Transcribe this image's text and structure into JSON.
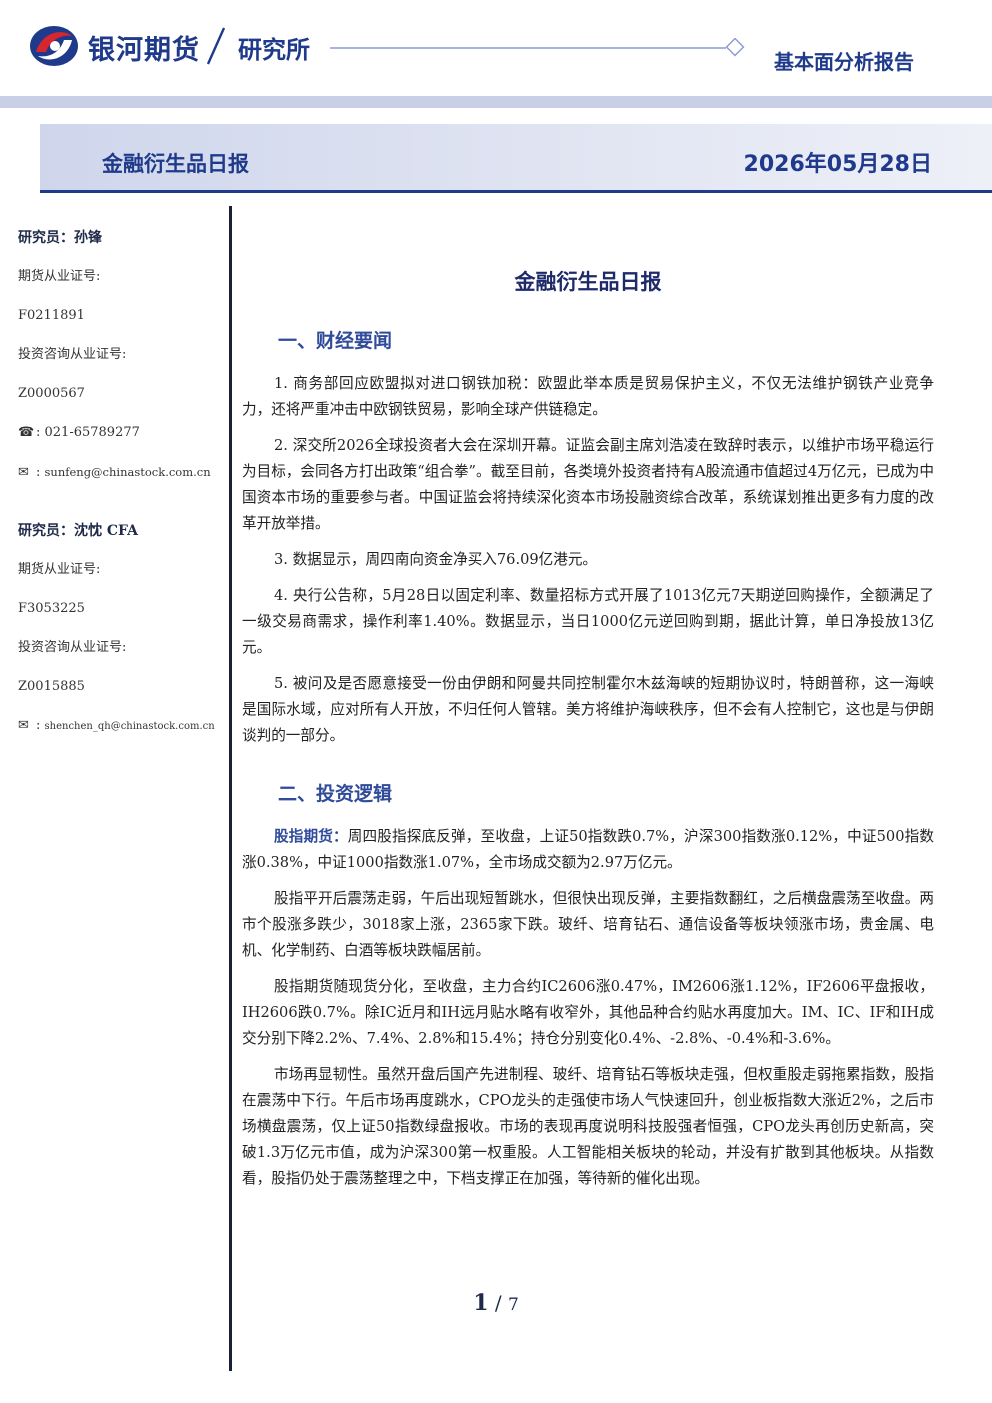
{
  "header": {
    "brand": "银河期货",
    "unit": "研究所",
    "report_type": "基本面分析报告"
  },
  "banner": {
    "title": "金融衍生品日报",
    "date": "2026年05月28日"
  },
  "sidebar": {
    "analysts": [
      {
        "name_line": "研究员：孙锋",
        "futures_label": "期货从业证号:",
        "futures_id": "F0211891",
        "consult_label": "投资咨询从业证号:",
        "consult_id": "Z0000567",
        "phone": "021-65789277",
        "email": "sunfeng@chinastock.com.cn"
      },
      {
        "name_line": "研究员：沈忱 CFA",
        "futures_label": "期货从业证号:",
        "futures_id": "F3053225",
        "consult_label": "投资咨询从业证号:",
        "consult_id": "Z0015885",
        "email": "shenchen_qh@chinastock.com.cn"
      }
    ]
  },
  "main": {
    "title": "金融衍生品日报",
    "section1": {
      "title": "一、财经要闻",
      "paragraphs": [
        "1. 商务部回应欧盟拟对进口钢铁加税：欧盟此举本质是贸易保护主义，不仅无法维护钢铁产业竞争力，还将严重冲击中欧钢铁贸易，影响全球产供链稳定。",
        "2. 深交所2026全球投资者大会在深圳开幕。证监会副主席刘浩凌在致辞时表示，以维护市场平稳运行为目标，会同各方打出政策“组合拳”。截至目前，各类境外投资者持有A股流通市值超过4万亿元，已成为中国资本市场的重要参与者。中国证监会将持续深化资本市场投融资综合改革，系统谋划推出更多有力度的改革开放举措。",
        "3. 数据显示，周四南向资金净买入76.09亿港元。",
        "4. 央行公告称，5月28日以固定利率、数量招标方式开展了1013亿元7天期逆回购操作，全额满足了一级交易商需求，操作利率1.40%。数据显示，当日1000亿元逆回购到期，据此计算，单日净投放13亿元。",
        "5. 被问及是否愿意接受一份由伊朗和阿曼共同控制霍尔木兹海峡的短期协议时，特朗普称，这一海峡是国际水域，应对所有人开放，不归任何人管辖。美方将维护海峡秩序，但不会有人控制它，这也是与伊朗谈判的一部分。"
      ]
    },
    "section2": {
      "title": "二、投资逻辑",
      "lead_label": "股指期货：",
      "lead_text": "周四股指探底反弹，至收盘，上证50指数跌0.7%，沪深300指数涨0.12%，中证500指数涨0.38%，中证1000指数涨1.07%，全市场成交额为2.97万亿元。",
      "paragraphs": [
        "股指平开后震荡走弱，午后出现短暂跳水，但很快出现反弹，主要指数翻红，之后横盘震荡至收盘。两市个股涨多跌少，3018家上涨，2365家下跌。玻纤、培育钻石、通信设备等板块领涨市场，贵金属、电机、化学制药、白酒等板块跌幅居前。",
        "股指期货随现货分化，至收盘，主力合约IC2606涨0.47%，IM2606涨1.12%，IF2606平盘报收，IH2606跌0.7%。除IC近月和IH远月贴水略有收窄外，其他品种合约贴水再度加大。IM、IC、IF和IH成交分别下降2.2%、7.4%、2.8%和15.4%；持仓分别变化0.4%、-2.8%、-0.4%和-3.6%。",
        "市场再显韧性。虽然开盘后国产先进制程、玻纤、培育钻石等板块走强，但权重股走弱拖累指数，股指在震荡中下行。午后市场再度跳水，CPO龙头的走强使市场人气快速回升，创业板指数大涨近2%，之后市场横盘震荡，仅上证50指数绿盘报收。市场的表现再度说明科技股强者恒强，CPO龙头再创历史新高，突破1.3万亿元市值，成为沪深300第一权重股。人工智能相关板块的轮动，并没有扩散到其他板块。从指数看，股指仍处于震荡整理之中，下档支撑正在加强，等待新的催化出现。"
      ]
    }
  },
  "footer": {
    "page_current": "1",
    "page_sep": "/",
    "page_total": "7"
  },
  "colors": {
    "brand_blue": "#1f3a8a",
    "section_blue": "#2f4b9a",
    "logo_red": "#d8262e"
  }
}
